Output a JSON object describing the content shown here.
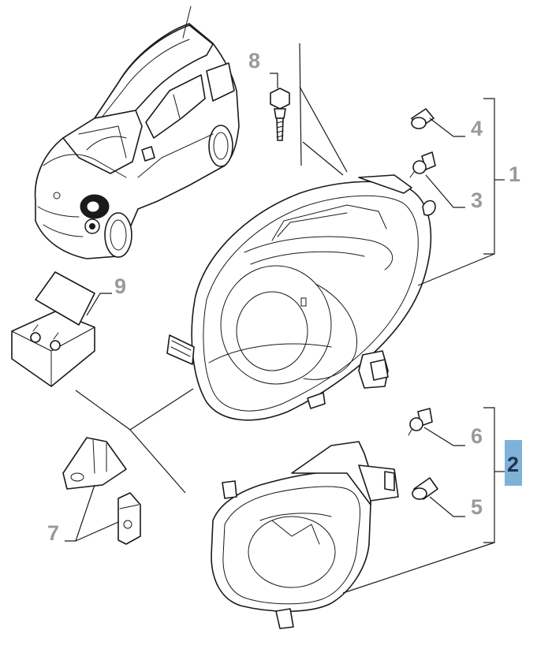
{
  "callouts": {
    "c1": "1",
    "c2": "2",
    "c3": "3",
    "c4": "4",
    "c5": "5",
    "c6": "6",
    "c7": "7",
    "c8": "8",
    "c9": "9"
  },
  "colors": {
    "callout_text": "#9a9a9a",
    "highlight_fill": "#7fb2d8",
    "highlight_text": "#1b3550",
    "line": "#1a1a1a"
  }
}
